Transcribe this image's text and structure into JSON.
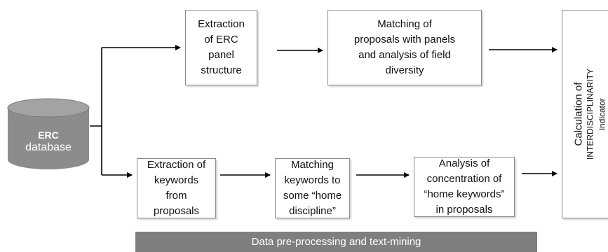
{
  "nodes": {
    "database": {
      "line1": "ERC",
      "line2": "database"
    },
    "erc_panel": "Extraction\nof  ERC\npanel\nstructure",
    "matching_panels": "Matching of\nproposals with panels\nand analysis of  field\ndiversity",
    "kw_extract": "Extraction of\nkeywords\nfrom\nproposals",
    "kw_home": "Matching\nkeywords to\nsome “home\ndiscipline”",
    "concentration": "Analysis of\nconcentration of\n“home keywords”\nin proposals",
    "calc": {
      "line1": "Calculation of",
      "line2": "INTERDISCIPLINARITY\nindicator"
    }
  },
  "footer": "Data pre-processing and text-mining",
  "colors": {
    "database_fill": "#8c8c8c",
    "database_top": "#a3a3a3",
    "footer_bg": "#7f7f7f",
    "box_border": "#8a8a8a",
    "arrow": "#000000"
  },
  "icons": {
    "database": "database-cylinder-icon"
  }
}
